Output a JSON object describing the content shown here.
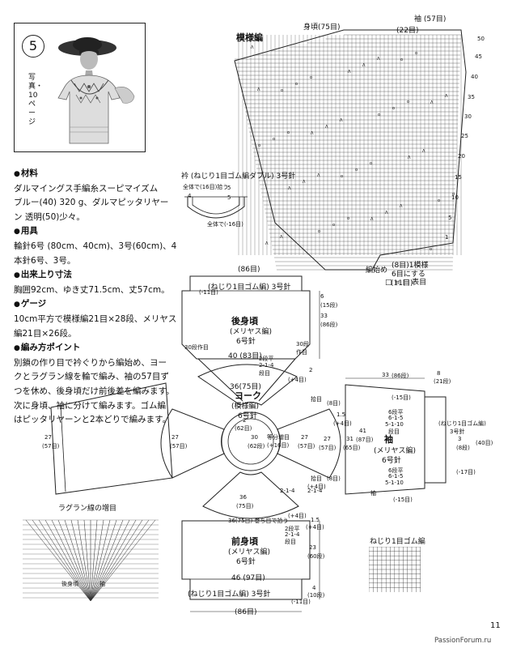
{
  "header": {
    "pattern_number": "5",
    "photo_ref": "写真・10ページ"
  },
  "materials": [
    {
      "head": "材料",
      "body": "ダルマイングス手編糸スーピマイズム\nブルー(40) 320 g、ダルマピッタリヤー\nン 透明(50)少々。"
    },
    {
      "head": "用具",
      "body": "輪針6号 (80cm、40cm)、3号(60cm)、4\n本針6号、3号。"
    },
    {
      "head": "出来上り寸法",
      "body": "胸囲92cm、ゆき丈71.5cm、丈57cm。"
    },
    {
      "head": "ゲージ",
      "body": "10cm平方で模様編21目×28段、メリヤス\n編21目×26段。"
    },
    {
      "head": "編み方ポイント",
      "body": "別鎖の作り目で衿ぐりから編始め、ヨー\nクとラグラン線を輪で編み、袖の57目ず\nつを休め、後身頃だけ前後差を編みます。\n次に身頃、袖に分けて編みます。ゴム編\nはピッタリヤーンと2本どりで編みます。"
    }
  ],
  "chart": {
    "title": "模様編",
    "body_label": "身頃(75目)",
    "sleeve_label": "袖 (57目)",
    "top_count": "(22目)",
    "start_label": "編始め",
    "band_label": "(8目)1模様",
    "band_sub1": "6目にする",
    "band_sub2": "(11目)",
    "legend_blank": "□ = □ 表目",
    "row_numbers": [
      "50",
      "45",
      "40",
      "35",
      "30",
      "25",
      "20",
      "15",
      "10",
      "5",
      "1"
    ]
  },
  "collar": {
    "title": "衿 (ねじり1目ゴム編ダブル) 3号針",
    "fold_note": "全体で(16目)拾う",
    "rows_left": "4",
    "rows_right_top": "5",
    "rows_right_bottom": "5",
    "bottom_note": "全体で(-16目)"
  },
  "back": {
    "width": "(86目)",
    "rib": "(ねじり1目ゴム編) 3号針",
    "rib_dec": "(-11目)",
    "title": "後身頃",
    "stitch": "(メリヤス編)",
    "needle": "6号針",
    "body_width": "40 (83目)",
    "side_len": "33",
    "side_rows": "(86段)",
    "side_top": "6",
    "side_top2": "(15段)",
    "short_rows": "30段作目",
    "right_note1": "30段",
    "right_note2": "作目",
    "dec1": "2段平",
    "dec2": "2-1-4",
    "dec3": "段目",
    "plus4": "(+4目)",
    "yoke_tip": "2"
  },
  "yoke": {
    "width": "36(75目)",
    "title": "ヨーク",
    "stitch": "(模様編)",
    "needle": "6号針",
    "neck": "(62目)",
    "neck_top": "2",
    "center": "30",
    "center_rows": "(62段)",
    "even_inc": "等分増目",
    "even_inc2": "(+16目)",
    "left_len": "27",
    "left_rows": "(57目)",
    "right_len": "27",
    "right_rows": "(57目)",
    "raglan_bottom": "36",
    "raglan_bottom2": "(75目)",
    "dec_tag": "2-1-4"
  },
  "sleeve": {
    "pickup": "拾目",
    "pickup2": "(8目)",
    "w_inc1": "1.5",
    "w_inc2": "(+4目)",
    "width_top": "33",
    "width_top2": "(86段)",
    "length_right": "8",
    "length_right2": "(21段)",
    "dec_total": "(-15目)",
    "rows1": "6段平",
    "rows2": "6-1-5",
    "rows3": "5-1-10",
    "rows4": "段目",
    "len": "41",
    "len2": "(87目)",
    "len3": "31",
    "len4": "(65目)",
    "len5": "27",
    "len6": "(57目)",
    "title": "袖",
    "stitch": "(メリヤス編)",
    "needle": "6号針",
    "rows5": "6段平",
    "rows6": "6-1-5",
    "rows7": "5-1-10",
    "rib_len": "(40目)",
    "rib_title": "(ねじり1目ゴム編)",
    "rib_needle": "3号針",
    "rib_cm": "3",
    "rib_rows": "(8段)",
    "rib_dec": "(-17目)",
    "label_sleeve": "袖",
    "left_len": "27",
    "left_rows": "(57目)",
    "right_dec": "(-15目)",
    "pickup_b": "拾目",
    "pickup_b2": "(8目)",
    "rib_side": "2-1-4",
    "plus": "(+4目)"
  },
  "front": {
    "top_width": "36(75目) 巻ち目で拾う",
    "title": "前身頃",
    "stitch": "(メリヤス編)",
    "needle": "6号針",
    "width": "46 (97目)",
    "rib": "(ねじり1目ゴム編) 3号針",
    "bottom": "(86目)",
    "plus4": "(+4目)",
    "dec1": "2段平",
    "dec2": "2-1-4",
    "dec3": "段目",
    "side_len": "23",
    "side_rows": "(60段)",
    "rib_cm": "4",
    "rib_rows": "(10段)",
    "rib_dec": "(-11目)",
    "side_top": "1.5",
    "side_top2": "(+4目)"
  },
  "raglan": {
    "title": "ラグラン線の増目",
    "left": "後身頃",
    "right": "袖"
  },
  "rib_chart": {
    "title": "ねじり1目ゴム編"
  },
  "page": {
    "number": "11",
    "watermark": "PassionForum.ru"
  }
}
